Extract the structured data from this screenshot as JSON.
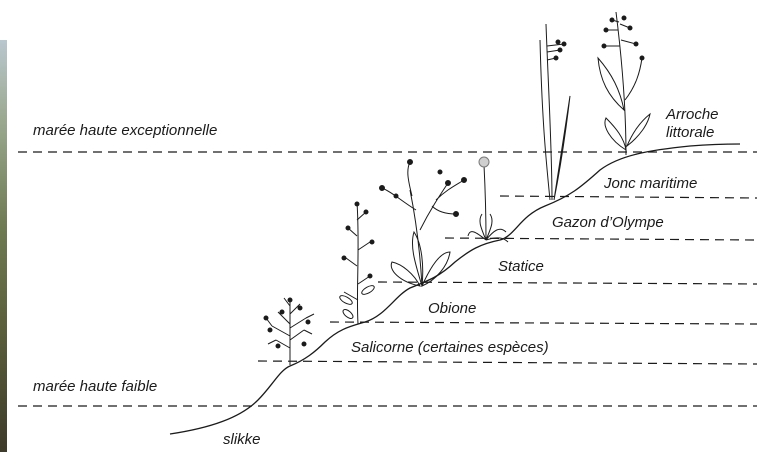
{
  "tide_lines": {
    "exceptional": "marée haute exceptionnelle",
    "low": "marée haute faible"
  },
  "zones": {
    "slikke": "slikke",
    "salicorne": "Salicorne (certaines espèces)",
    "obione": "Obione",
    "statice": "Statice",
    "gazon": "Gazon d’Olympe",
    "jonc": "Jonc maritime",
    "arroche_line1": "Arroche",
    "arroche_line2": "littorale"
  },
  "colors": {
    "ink": "#1b1b1b",
    "background": "#ffffff"
  }
}
